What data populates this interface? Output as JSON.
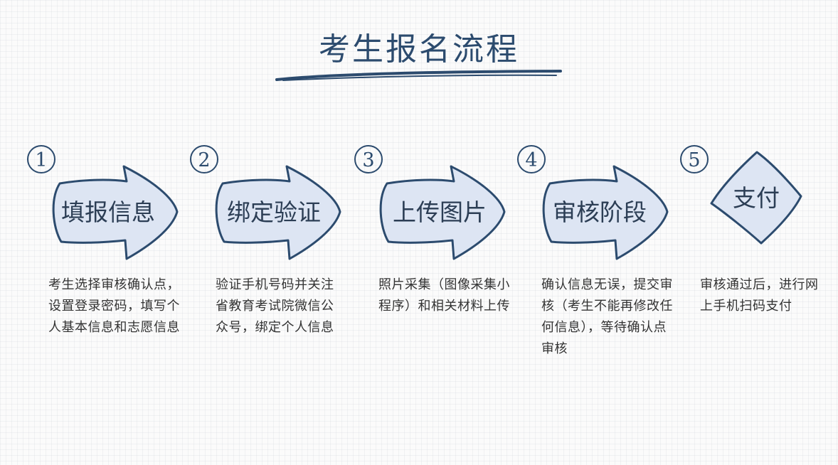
{
  "title": "考生报名流程",
  "colors": {
    "stroke": "#2c4b6e",
    "fill": "#dde5f3",
    "text": "#333333"
  },
  "steps": [
    {
      "number": "1",
      "label": "填报信息",
      "desc": "考生选择审核确认点，设置登录密码，填写个人基本信息和志愿信息"
    },
    {
      "number": "2",
      "label": "绑定验证",
      "desc": "验证手机号码并关注省教育考试院微信公众号，绑定个人信息"
    },
    {
      "number": "3",
      "label": "上传图片",
      "desc": "照片采集（图像采集小程序）和相关材料上传"
    },
    {
      "number": "4",
      "label": "审核阶段",
      "desc": "确认信息无误，提交审核（考生不能再修改任何信息），等待确认点审核"
    },
    {
      "number": "5",
      "label": "支付",
      "desc": "审核通过后，进行网上手机扫码支付"
    }
  ]
}
